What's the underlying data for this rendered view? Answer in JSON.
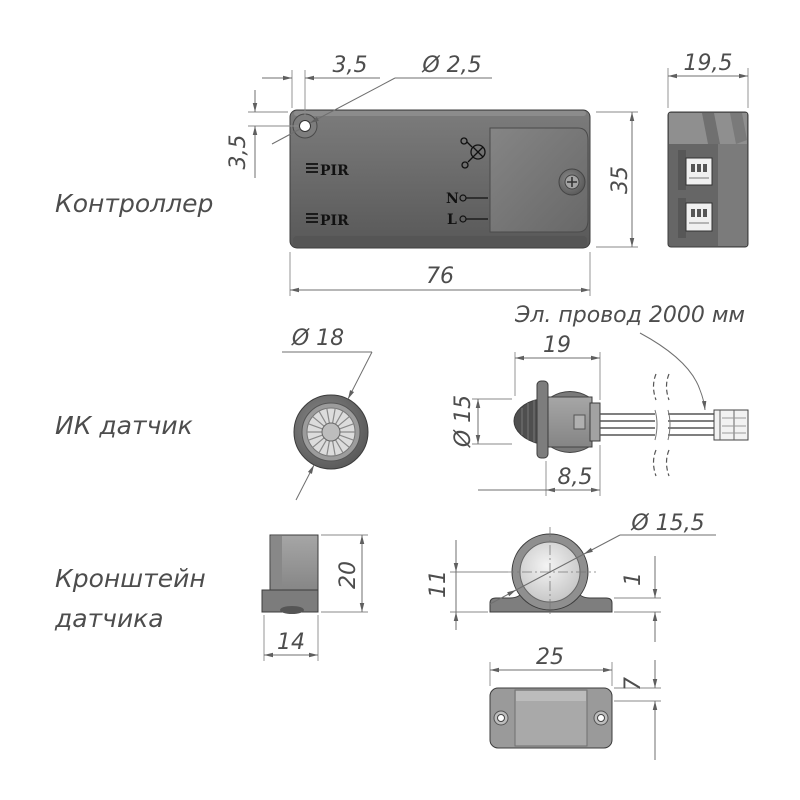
{
  "labels": {
    "controller": "Контроллер",
    "ir_sensor": "ИК датчик",
    "bracket_line1": "Кронштейн",
    "bracket_line2": "датчика"
  },
  "controller": {
    "pir_top": "PIR",
    "pir_bottom": "PIR",
    "neutral": "N",
    "line": "L"
  },
  "dimensions": {
    "controller_hole_offset_x": "3,5",
    "controller_hole_diameter": "Ø 2,5",
    "controller_hole_offset_y": "3,5",
    "controller_height": "35",
    "controller_depth": "19,5",
    "controller_length": "76",
    "wire_length": "Эл. провод 2000 мм",
    "sensor_diameter": "Ø 18",
    "sensor_length": "19",
    "sensor_lens_diameter": "Ø 15",
    "sensor_flange_length": "8,5",
    "bracket_ring_diameter": "Ø 15,5",
    "bracket_height": "20",
    "bracket_width": "14",
    "bracket_center_height": "11",
    "bracket_base_thickness": "1",
    "bracket_length": "25",
    "bracket_depth": "7"
  },
  "icons": {
    "pir_marker": "pir-lines-icon",
    "lamp": "lamp-icon",
    "screw": "screw-icon",
    "mount_hole": "mount-hole-icon"
  },
  "colors": {
    "body": "#6a6a6a",
    "body_dark": "#555555",
    "panel": "#7a7a7a",
    "part_light": "#9a9a9a",
    "connector": "#f0f0f0",
    "dimension_line": "#6f6f6f",
    "text": "#4d4d4d"
  }
}
